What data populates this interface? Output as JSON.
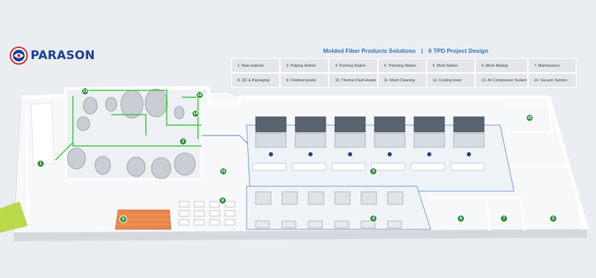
{
  "brand": {
    "name": "PARASON",
    "logo_icon": "parason-emblem-icon"
  },
  "header": {
    "left": "Molded Fiber Products Solutions",
    "separator": "|",
    "right": "6 TPD Project Design"
  },
  "legend": [
    "1. Raw material",
    "2. Pulping Station",
    "3. Forming Station",
    "4. Trimming Station",
    "5. Mold Station",
    "6. Mesh Making",
    "7. Maintenance",
    "8. QC & Packaging",
    "9. Finished goods",
    "10. Thermic Fluid Heater",
    "11. Mesh Cleaning",
    "12. Cooling tower",
    "13. Air Compressor System",
    "14. Vacuum System"
  ],
  "markers": [
    "1",
    "2",
    "3",
    "4",
    "5",
    "6",
    "7",
    "8",
    "9",
    "10",
    "11",
    "12",
    "13",
    "14"
  ],
  "colors": {
    "accent": "#2e72b6",
    "marker": "#2f8a3a",
    "pipe": "#3fbf3f",
    "floor": "#f7f8fa",
    "wall": "#ffffff",
    "goods": "#e8874a"
  }
}
